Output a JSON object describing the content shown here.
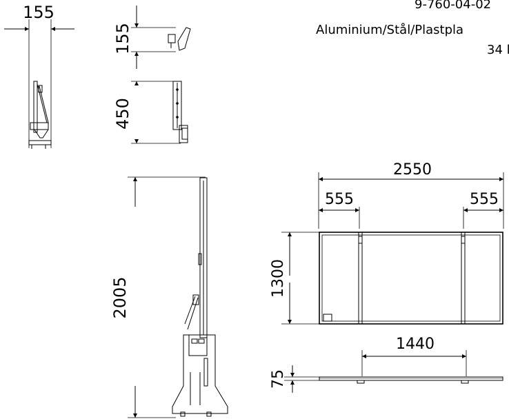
{
  "header": {
    "article_number": "9-760-04-02",
    "material": "Aluminium/Stål/Plastpla",
    "weight": "34 l"
  },
  "dimensions": {
    "detail_width": "155",
    "detail_height": "155",
    "foot_height": "450",
    "total_height": "2005",
    "total_width": "2550",
    "end_section_left": "555",
    "end_section_right": "555",
    "depth": "1300",
    "center_span": "1440",
    "base_thickness": "75"
  },
  "colors": {
    "line": "#000000",
    "background": "#ffffff"
  }
}
